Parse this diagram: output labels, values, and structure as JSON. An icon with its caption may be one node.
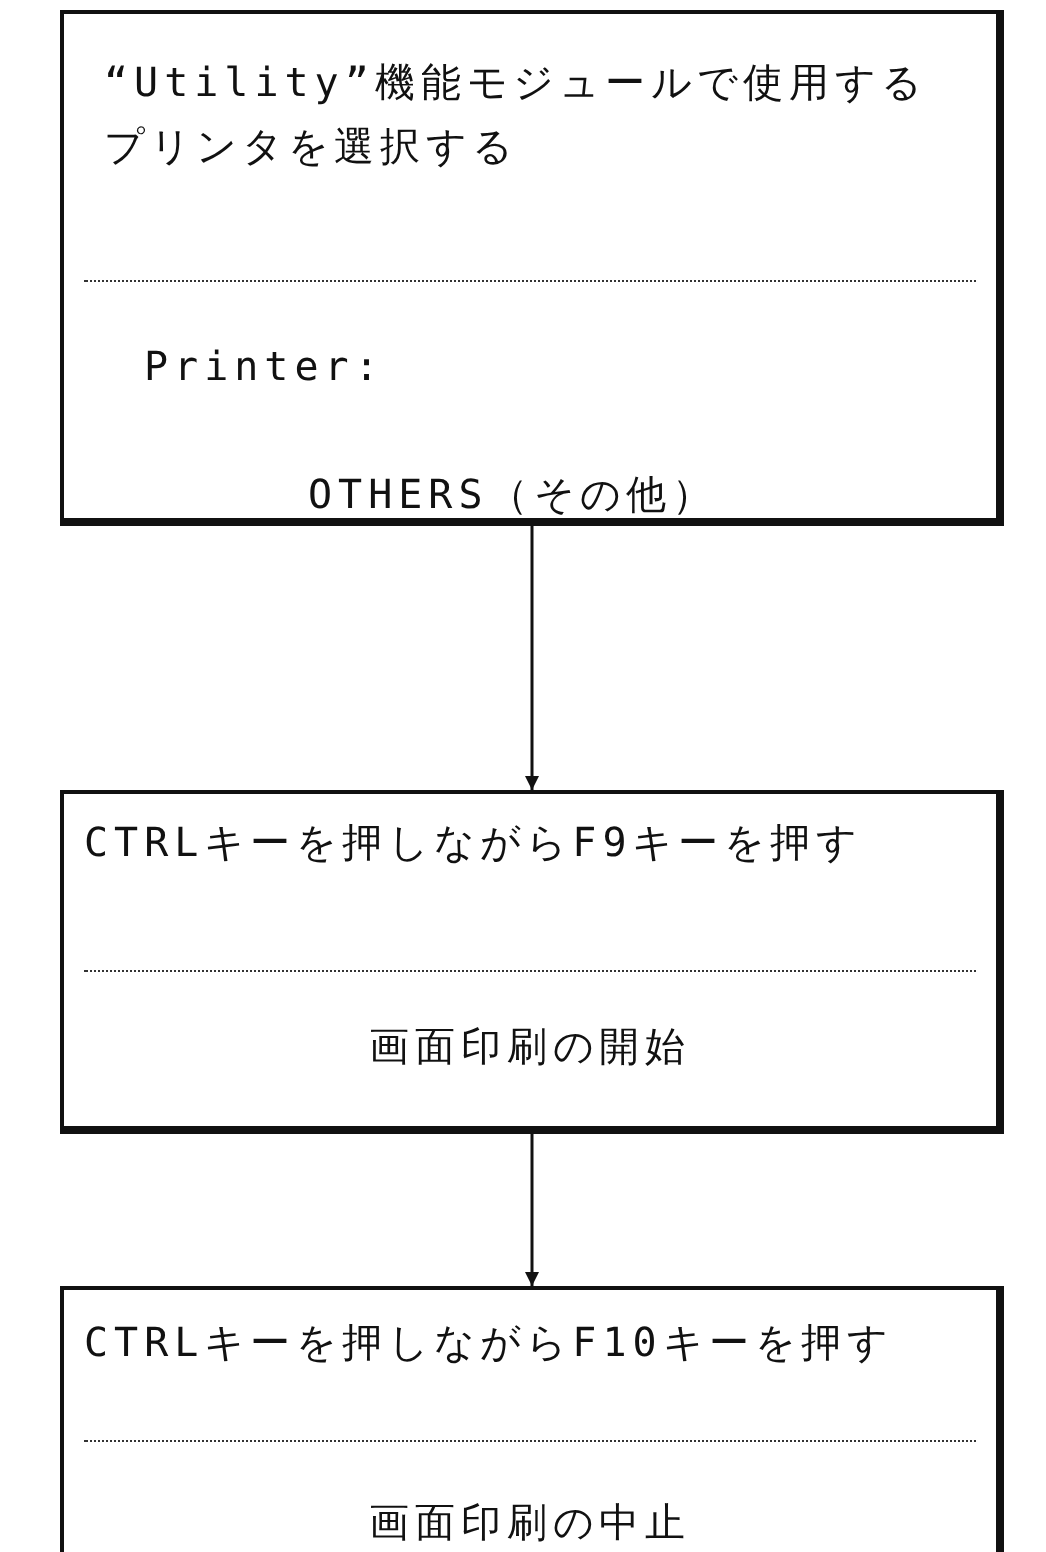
{
  "diagram": {
    "nodes": [
      {
        "text": [
          "“Utility”機能モジュールで使用するプリンタを選択する",
          "Printer:",
          "OTHERS（その他）"
        ]
      },
      {
        "text": [
          "CTRLキーを押しながらF9キーを押す",
          "画面印刷の開始"
        ]
      },
      {
        "text": [
          "CTRLキーを押しながらF10キーを押す",
          "画面印刷の中止"
        ]
      }
    ],
    "edges": [
      {
        "from": 0,
        "to": 1,
        "arrow": "to"
      },
      {
        "from": 1,
        "to": 2,
        "arrow": "to"
      }
    ]
  }
}
